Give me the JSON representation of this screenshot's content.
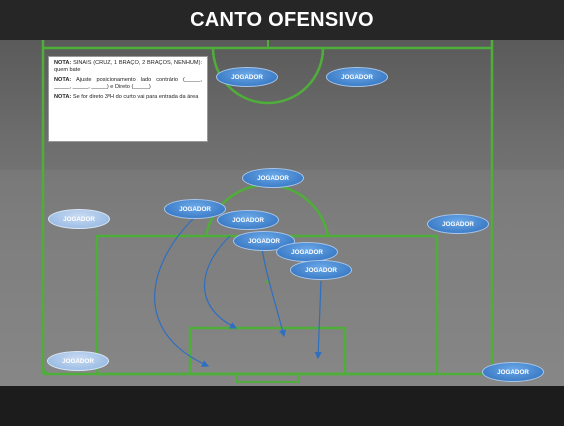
{
  "title": "CANTO OFENSIVO",
  "notes": [
    {
      "label": "NOTA:",
      "text": "SINAIS (CRUZ, 1 BRAÇO, 2 BRAÇOS, NENHUM): quem bate"
    },
    {
      "label": "NOTA:",
      "text": "Ajuste posicionamento lado contrário (_____, _____, _____, _____) e Direto (_____)"
    },
    {
      "label": "NOTA:",
      "text": "Se for direto 3ºH do curto vai para entrada da área"
    }
  ],
  "player_label": "JOGADOR",
  "players": [
    {
      "id": "p1",
      "label": "JOGADOR",
      "style": "dark"
    },
    {
      "id": "p2",
      "label": "JOGADOR",
      "style": "dark"
    },
    {
      "id": "p3",
      "label": "JOGADOR",
      "style": "dark"
    },
    {
      "id": "p4",
      "label": "JOGADOR",
      "style": "light"
    },
    {
      "id": "p5",
      "label": "JOGADOR",
      "style": "dark"
    },
    {
      "id": "p6",
      "label": "JOGADOR",
      "style": "dark"
    },
    {
      "id": "p7",
      "label": "JOGADOR",
      "style": "dark"
    },
    {
      "id": "p8",
      "label": "JOGADOR",
      "style": "dark"
    },
    {
      "id": "p9",
      "label": "JOGADOR",
      "style": "dark"
    },
    {
      "id": "p10",
      "label": "JOGADOR",
      "style": "dark"
    },
    {
      "id": "p11",
      "label": "JOGADOR",
      "style": "light"
    },
    {
      "id": "p12",
      "label": "JOGADOR",
      "style": "dark"
    }
  ],
  "colors": {
    "pitch_lines": "#4fae3a",
    "arrows": "#2f6fc0",
    "player_fill": "#3f7fc9",
    "player_light_fill": "#9fbfe6"
  }
}
